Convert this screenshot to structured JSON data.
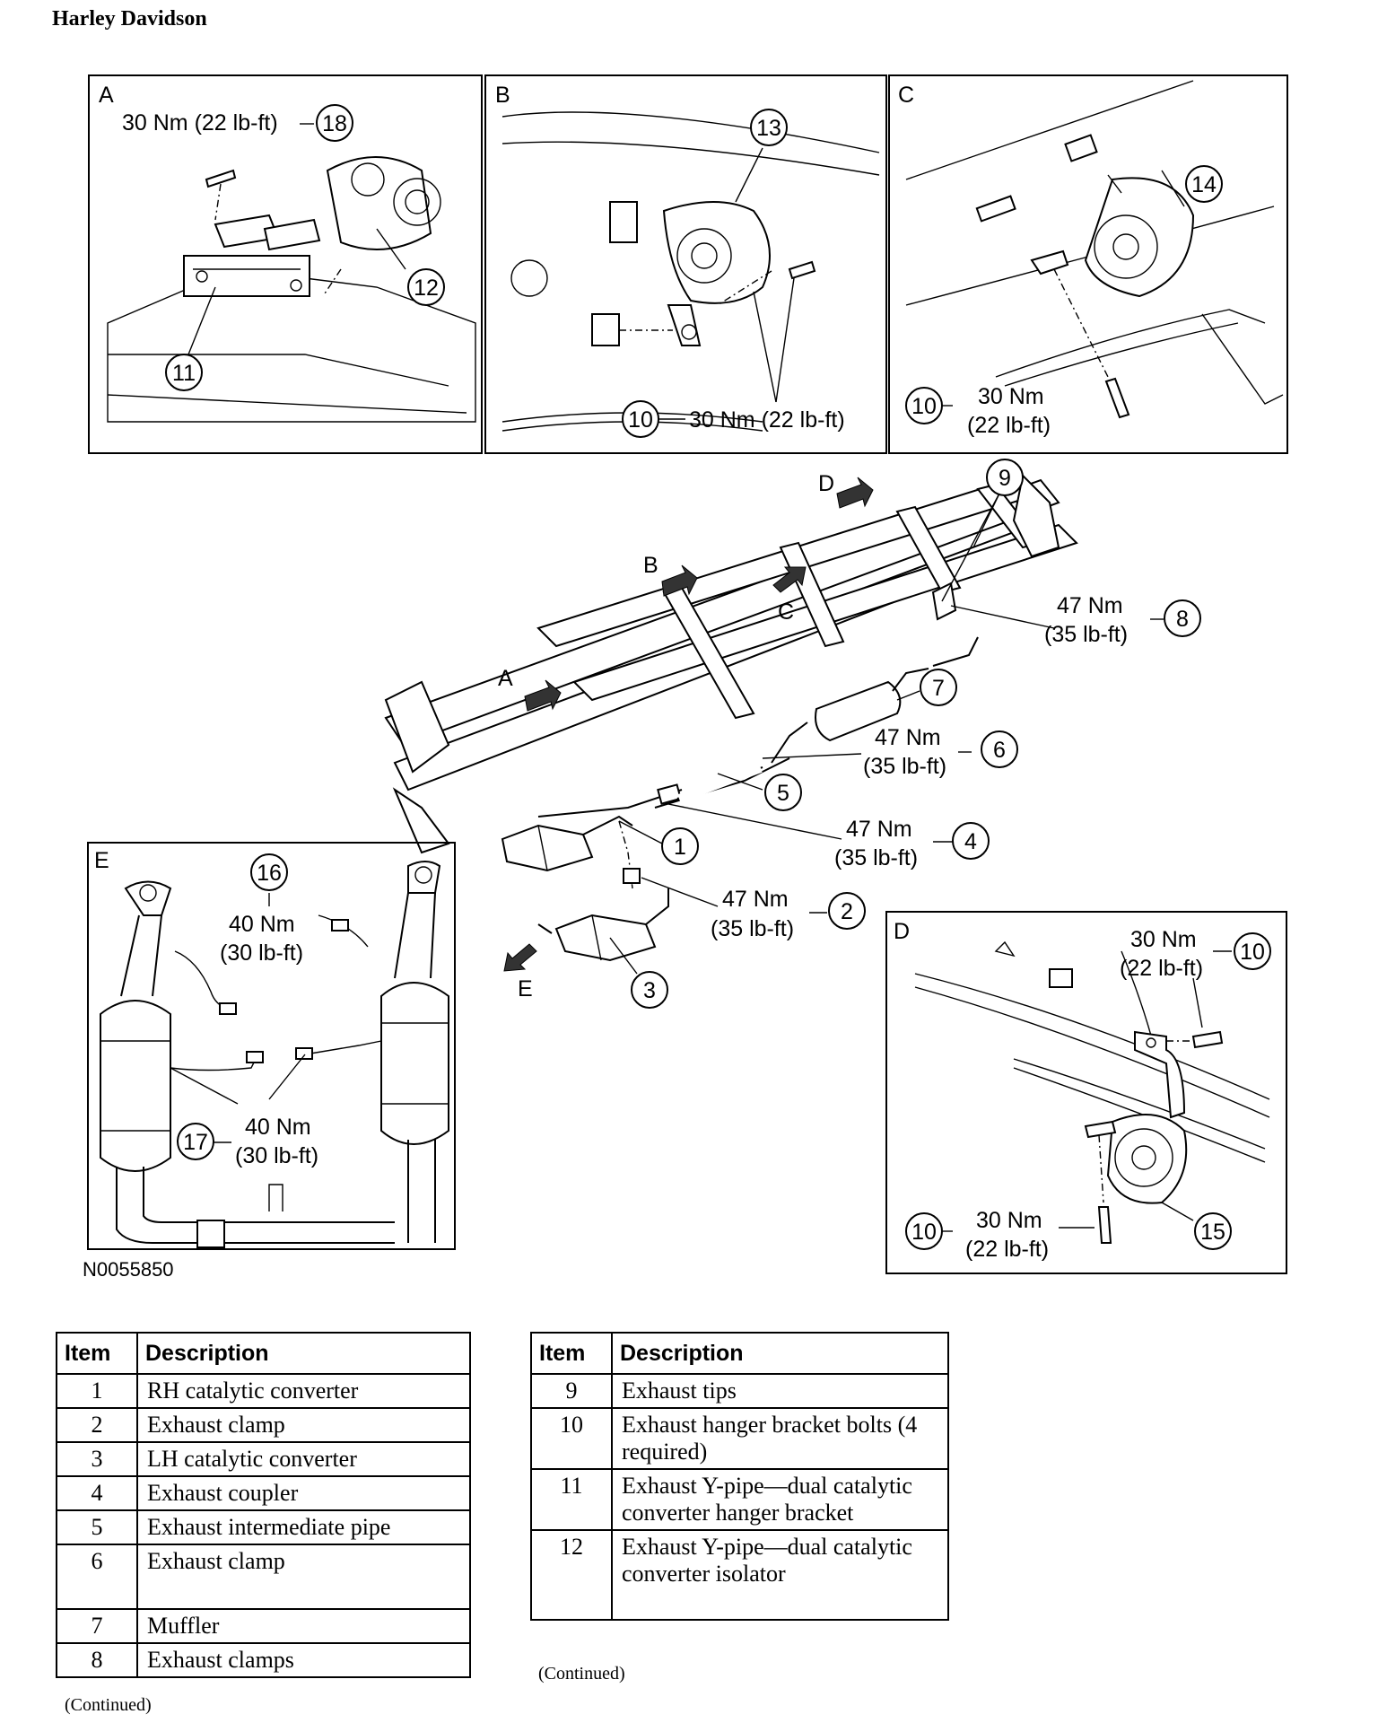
{
  "header": {
    "title": "Harley Davidson"
  },
  "figure": {
    "id": "N0055850",
    "panels": {
      "A": {
        "letter": "A",
        "torque_metric": "30 Nm (22 lb-ft)",
        "callouts": [
          "18",
          "12",
          "11"
        ]
      },
      "B": {
        "letter": "B",
        "torque_metric": "30 Nm (22 lb-ft)",
        "callouts": [
          "13",
          "10"
        ]
      },
      "C": {
        "letter": "C",
        "torque_metric": "30 Nm",
        "torque_imperial": "(22 lb-ft)",
        "callouts": [
          "14",
          "10"
        ]
      },
      "D": {
        "letter": "D",
        "torque_top_metric": "30 Nm",
        "torque_top_imperial": "(22 lb-ft)",
        "torque_bottom_metric": "30 Nm",
        "torque_bottom_imperial": "(22 lb-ft)",
        "callouts": [
          "10",
          "10",
          "15"
        ]
      },
      "E": {
        "letter": "E",
        "torque1_metric": "40 Nm",
        "torque1_imperial": "(30 lb-ft)",
        "torque2_metric": "40 Nm",
        "torque2_imperial": "(30 lb-ft)",
        "callouts": [
          "16",
          "17"
        ]
      }
    },
    "main": {
      "arrows": [
        "A",
        "B",
        "C",
        "D",
        "E"
      ],
      "torques": [
        {
          "callout": "8",
          "metric": "47 Nm",
          "imperial": "(35 lb-ft)"
        },
        {
          "callout": "6",
          "metric": "47 Nm",
          "imperial": "(35 lb-ft)"
        },
        {
          "callout": "4",
          "metric": "47 Nm",
          "imperial": "(35 lb-ft)"
        },
        {
          "callout": "2",
          "metric": "47 Nm",
          "imperial": "(35 lb-ft)"
        }
      ],
      "callouts": [
        "9",
        "7",
        "5",
        "1",
        "3"
      ]
    }
  },
  "table_left": {
    "headers": [
      "Item",
      "Description"
    ],
    "rows": [
      {
        "item": "1",
        "description": "RH catalytic converter"
      },
      {
        "item": "2",
        "description": "Exhaust clamp"
      },
      {
        "item": "3",
        "description": "LH catalytic converter"
      },
      {
        "item": "4",
        "description": "Exhaust coupler"
      },
      {
        "item": "5",
        "description": "Exhaust intermediate pipe"
      },
      {
        "item": "6",
        "description": "Exhaust clamp"
      },
      {
        "item": "7",
        "description": "Muffler"
      },
      {
        "item": "8",
        "description": "Exhaust clamps"
      }
    ],
    "continued": "(Continued)"
  },
  "table_right": {
    "headers": [
      "Item",
      "Description"
    ],
    "rows": [
      {
        "item": "9",
        "description": "Exhaust tips"
      },
      {
        "item": "10",
        "description": "Exhaust hanger bracket bolts (4 required)"
      },
      {
        "item": "11",
        "description": "Exhaust Y-pipe—dual catalytic converter hanger bracket"
      },
      {
        "item": "12",
        "description": "Exhaust Y-pipe—dual catalytic converter isolator"
      }
    ],
    "continued": "(Continued)"
  }
}
